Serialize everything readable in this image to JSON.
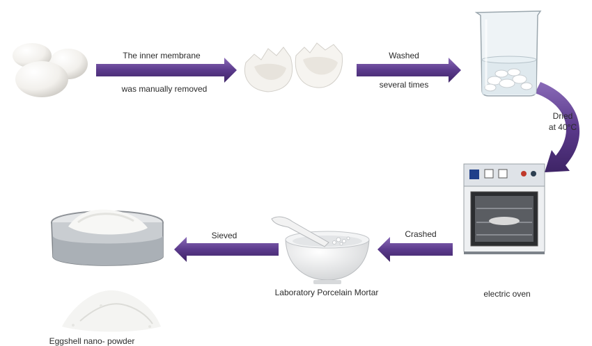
{
  "steps": {
    "membrane_top": "The inner membrane",
    "membrane_bottom": "was manually removed",
    "washed": "Washed",
    "washed_bottom": "several times",
    "dried_1": "Dried",
    "dried_2": "at 40°C",
    "crashed": "Crashed",
    "sieved": "Sieved"
  },
  "objects": {
    "oven": "electric oven",
    "mortar": "Laboratory Porcelain Mortar",
    "powder": "Eggshell nano- powder"
  },
  "colors": {
    "arrow": "#5b3a8c",
    "arrow_dark": "#3e2466",
    "arrow_light": "#8a6bb8"
  }
}
